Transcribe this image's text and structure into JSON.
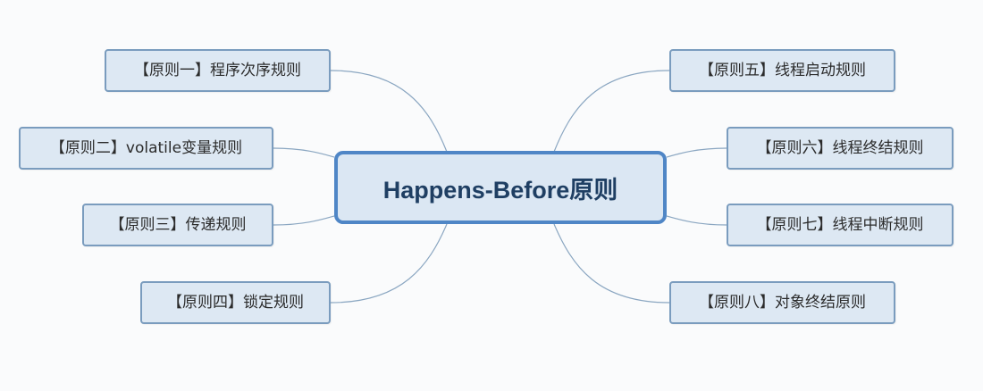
{
  "diagram": {
    "center": {
      "label": "Happens-Before原则"
    },
    "rules": [
      {
        "label": "【原则一】程序次序规则"
      },
      {
        "label": "【原则二】volatile变量规则"
      },
      {
        "label": "【原则三】传递规则"
      },
      {
        "label": "【原则四】锁定规则"
      },
      {
        "label": "【原则五】线程启动规则"
      },
      {
        "label": "【原则六】线程终结规则"
      },
      {
        "label": "【原则七】线程中断规则"
      },
      {
        "label": "【原则八】对象终结原则"
      }
    ],
    "colors": {
      "node_fill": "#dde8f3",
      "node_border": "#7a9cbe",
      "center_border": "#4f86c6",
      "connector": "#8aa6c1"
    }
  }
}
